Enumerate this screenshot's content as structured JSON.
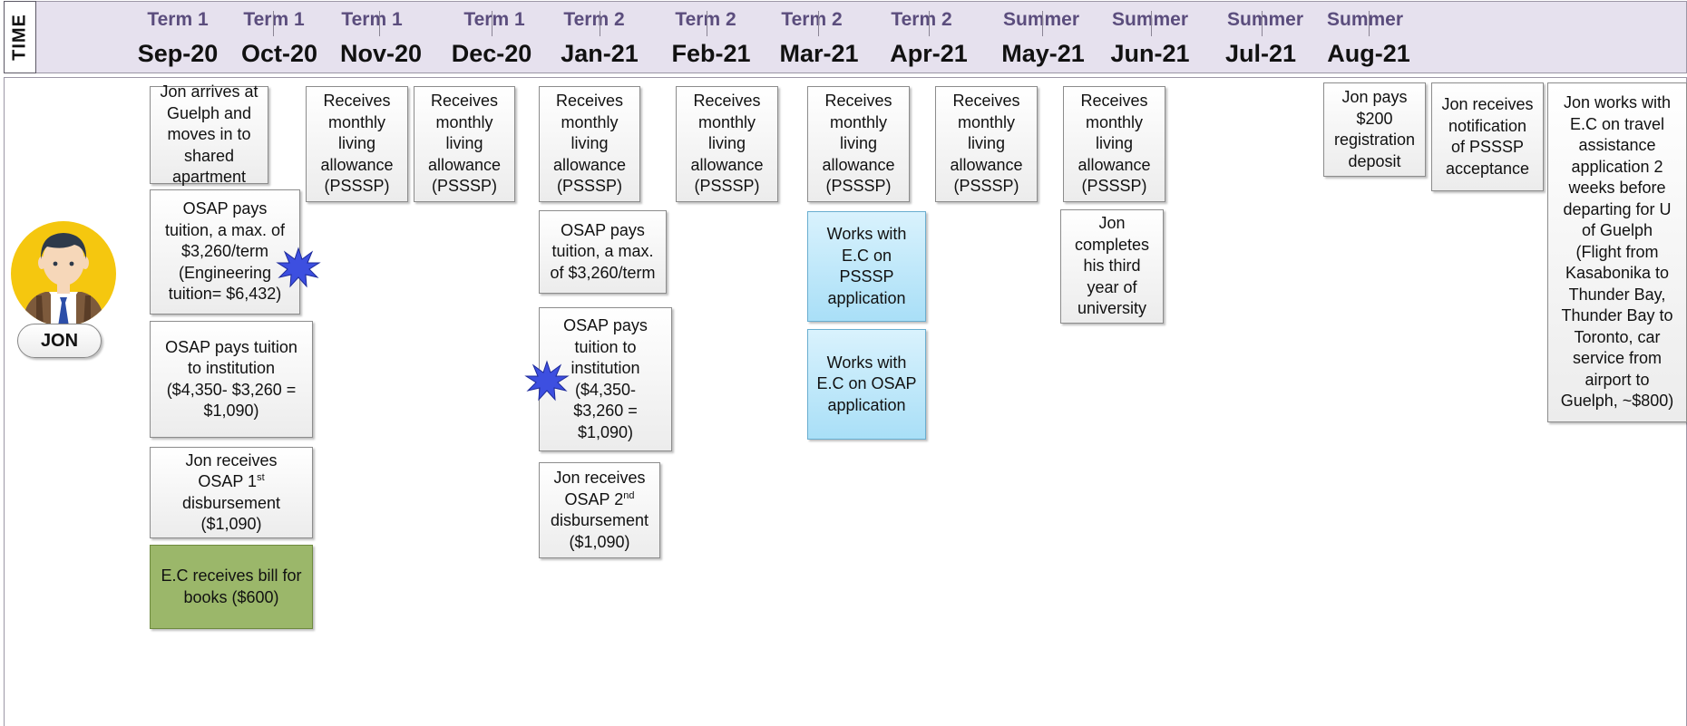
{
  "header": {
    "time_label": "TIME",
    "columns": [
      {
        "term": "Term 1",
        "month": "Sep-20"
      },
      {
        "term": "Term 1",
        "month": "Oct-20"
      },
      {
        "term": "Term 1",
        "month": "Nov-20"
      },
      {
        "term": "Term 1",
        "month": "Dec-20"
      },
      {
        "term": "Term 2",
        "month": "Jan-21"
      },
      {
        "term": "Term 2",
        "month": "Feb-21"
      },
      {
        "term": "Term 2",
        "month": "Mar-21"
      },
      {
        "term": "Term 2",
        "month": "Apr-21"
      },
      {
        "term": "Summer",
        "month": "May-21"
      },
      {
        "term": "Summer",
        "month": "Jun-21"
      },
      {
        "term": "Summer",
        "month": "Jul-21"
      },
      {
        "term": "Summer",
        "month": "Aug-21"
      }
    ]
  },
  "persona": {
    "name": "JON",
    "icon": "student-avatar-icon",
    "colors": {
      "circle": "#f5c70f",
      "hair": "#2e3a4a",
      "skin": "#f6d7b9",
      "jacket": "#7d5a3c",
      "tie": "#2c4ea8"
    }
  },
  "events": {
    "sep_arrives": [
      "Jon arrives at",
      "Guelph and",
      "moves in to",
      "shared apartment"
    ],
    "sep_osap_tuition": [
      "OSAP pays",
      "tuition, a max. of",
      "$3,260/term",
      "(Engineering",
      "tuition= $6,432)"
    ],
    "sep_osap_institution": [
      "OSAP pays tuition",
      "to institution",
      "($4,350- $3,260 =",
      "$1,090)"
    ],
    "sep_disbursement": {
      "line1": "Jon receives",
      "line2_pre": "OSAP 1",
      "line2_sup": "st",
      "line3": "disbursement",
      "line4": "($1,090)"
    },
    "sep_books": [
      "E.C receives bill for",
      "books ($600)"
    ],
    "oct_allowance": [
      "Receives",
      "monthly",
      "living",
      "allowance",
      "(PSSSP)"
    ],
    "nov_allowance": [
      "Receives",
      "monthly",
      "living",
      "allowance",
      "(PSSSP)"
    ],
    "dec_allowance": [
      "Receives",
      "monthly",
      "living",
      "allowance",
      "(PSSSP)"
    ],
    "dec_osap_tuition": [
      "OSAP pays",
      "tuition, a max.",
      "of $3,260/term"
    ],
    "dec_osap_institution": [
      "OSAP pays",
      "tuition to",
      "institution",
      "($4,350-",
      "$3,260 =",
      "$1,090)"
    ],
    "dec_disbursement": {
      "line1": "Jon receives",
      "line2_pre": "OSAP 2",
      "line2_sup": "nd",
      "line3": "disbursement",
      "line4": "($1,090)"
    },
    "jan_allowance": [
      "Receives",
      "monthly",
      "living",
      "allowance",
      "(PSSSP)"
    ],
    "feb_allowance": [
      "Receives",
      "monthly",
      "living",
      "allowance",
      "(PSSSP)"
    ],
    "feb_pssp_app": [
      "Works with",
      "E.C on",
      "PSSSP",
      "application"
    ],
    "feb_osap_app": [
      "Works with",
      "E.C on OSAP",
      "application"
    ],
    "mar_allowance": [
      "Receives",
      "monthly",
      "living",
      "allowance",
      "(PSSSP)"
    ],
    "apr_allowance": [
      "Receives",
      "monthly",
      "living",
      "allowance",
      "(PSSSP)"
    ],
    "apr_third_year": [
      "Jon",
      "completes",
      "his third",
      "year of",
      "university"
    ],
    "jun_deposit": [
      "Jon pays",
      "$200",
      "registration",
      "deposit"
    ],
    "jul_notification": [
      "Jon receives",
      "notification",
      "of PSSSP",
      "acceptance"
    ],
    "aug_travel": [
      "Jon works with",
      "E.C on travel",
      "assistance",
      "application 2",
      "weeks before",
      "departing for U",
      "of Guelph",
      "(Flight from",
      "Kasabonika to",
      "Thunder Bay,",
      "Thunder Bay to",
      "Toronto, car",
      "service from",
      "airport to",
      "Guelph, ~$800)"
    ]
  },
  "colors": {
    "header_bg": "#e6e1ee",
    "term_text": "#5b4d7d",
    "blue_box": "#bfe8fa",
    "green_box": "#9bb76a",
    "burst": "#3d4fe0"
  }
}
